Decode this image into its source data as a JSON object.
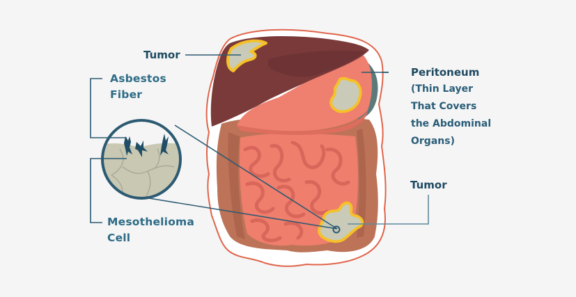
{
  "title": "Peritoneal Mesothelioma Diagram",
  "labels": {
    "tumor_liver": "Tumor",
    "asbestos_line1": "Asbestos",
    "asbestos_line2": "Fiber",
    "meso_line1": "Mesothelioma",
    "meso_line2": "Cell",
    "peritoneum": "Peritoneum",
    "peritoneum_desc_1": "(Thin Layer",
    "peritoneum_desc_2": "That Covers",
    "peritoneum_desc_3": "the Abdominal",
    "peritoneum_desc_4": "Organs)",
    "tumor_intestine": "Tumor"
  },
  "colors": {
    "background": "#f5f5f5",
    "label_dark": "#1f4a61",
    "label_teal": "#2d6b86",
    "connector": "#2c5a72",
    "outline_red": "#e0644a",
    "liver": "#7a3a3a",
    "liver_dark": "#6e3335",
    "stomach": "#ef7f6e",
    "colon": "#bd7358",
    "colon_dark": "#ad654d",
    "intestine": "#ef7e6c",
    "intestine_fold": "#d9665a",
    "peritoneum_layer": "#5d7a7a",
    "tumor_fill": "#c9cbb8",
    "tumor_border": "#f5c12a",
    "cell": "#c8c8b3",
    "cell_line": "#a9a99a",
    "fiber": "#1f4e66"
  }
}
